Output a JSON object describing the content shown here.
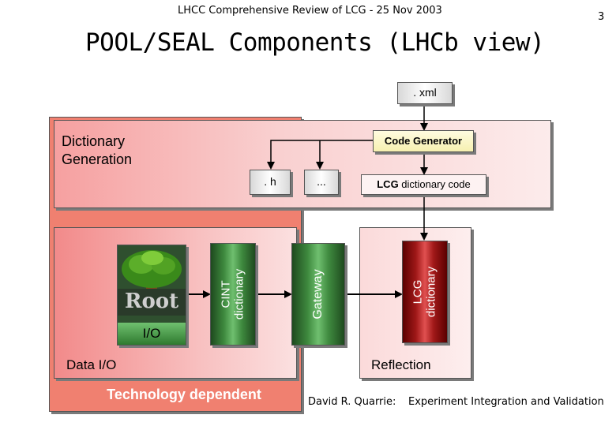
{
  "header": {
    "subtitle": "LHCC Comprehensive Review of LCG - 25 Nov 2003",
    "page_number": "3"
  },
  "title": "POOL/SEAL Components (LHCb view)",
  "diagram": {
    "xml_box": ". xml",
    "dictionary_generation_line1": "Dictionary",
    "dictionary_generation_line2": "Generation",
    "code_generator": "Code Generator",
    "h_box": ". h",
    "dots_box": "...",
    "lcg_code_bold": "LCG",
    "lcg_code_rest": " dictionary code",
    "root_logo_text": "Root",
    "io_label": "I/O",
    "cint_line1": "CINT",
    "cint_line2": "dictionary",
    "gateway": "Gateway",
    "lcg_dict_line1": "LCG",
    "lcg_dict_line2": "dictionary",
    "data_io": "Data I/O",
    "reflection": "Reflection",
    "technology_dependent": "Technology dependent"
  },
  "footer": {
    "author": "David R. Quarrie:",
    "section": "Experiment Integration and Validation"
  },
  "colors": {
    "salmon": "#f08070",
    "pink": "#fbe0e0",
    "green": "#3f8a3f",
    "red": "#a01818"
  }
}
